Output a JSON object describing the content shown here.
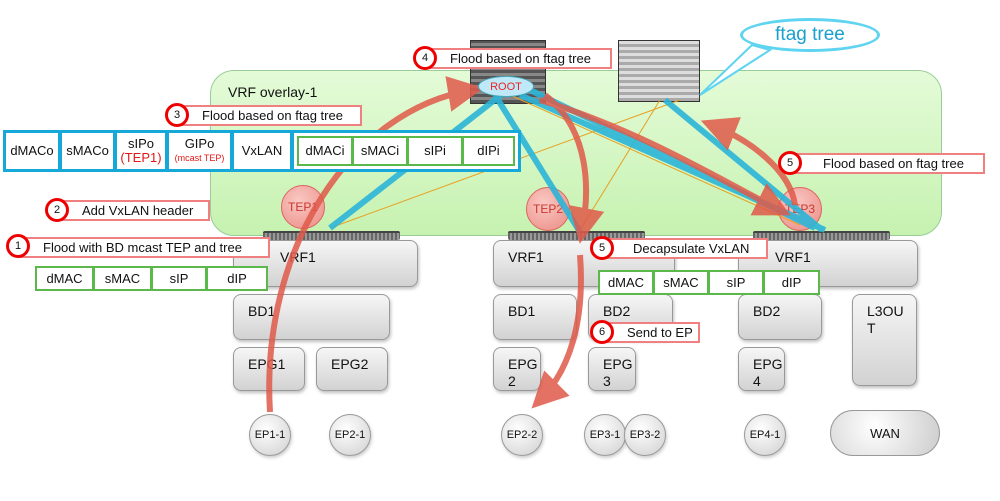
{
  "overlay": {
    "label": "VRF overlay-1"
  },
  "callout": {
    "text": "ftag tree"
  },
  "root": {
    "label": "ROOT"
  },
  "teps": [
    "TEP1",
    "TEP2",
    "TEP3"
  ],
  "steps": {
    "s1": {
      "num": "1",
      "text": "Flood with BD mcast TEP and tree"
    },
    "s2": {
      "num": "2",
      "text": "Add VxLAN header"
    },
    "s3": {
      "num": "3",
      "text": "Flood based on ftag tree"
    },
    "s4": {
      "num": "4",
      "text": "Flood based on ftag tree"
    },
    "s5a": {
      "num": "5",
      "text": "Flood based on ftag tree"
    },
    "s5b": {
      "num": "5",
      "text": "Decapsulate VxLAN"
    },
    "s6": {
      "num": "6",
      "text": "Send to EP"
    }
  },
  "outer_header": {
    "dmaco": "dMACo",
    "smaco": "sMACo",
    "sipo": "sIPo",
    "sipo_sub": "(TEP1)",
    "gipo": "GIPo",
    "gipo_sub": "(mcast TEP)",
    "vxlan": "VxLAN"
  },
  "inner_header": [
    "dMACi",
    "sMACi",
    "sIPi",
    "dIPi"
  ],
  "frame": [
    "dMAC",
    "sMAC",
    "sIP",
    "dIP"
  ],
  "leaf1": {
    "vrf": "VRF1",
    "bd": "BD1",
    "epg1": "EPG1",
    "epg2": "EPG2",
    "ep1": "EP1-1",
    "ep2": "EP2-1"
  },
  "leaf2": {
    "vrf": "VRF1",
    "bd1": "BD1",
    "bd2": "BD2",
    "epg2": "EPG 2",
    "epg3": "EPG 3",
    "ep1": "EP2-2",
    "ep2": "EP3-1",
    "ep3": "EP3-2"
  },
  "leaf3": {
    "vrf": "VRF1",
    "bd": "BD2",
    "l3out": "L3OUT",
    "epg4": "EPG 4",
    "ep": "EP4-1",
    "wan": "WAN"
  },
  "colors": {
    "flood_arrow": "#e05a4a",
    "tree_link": "#2bb5d8",
    "overlay": "#c6f2b0",
    "step_border": "#f08080"
  }
}
